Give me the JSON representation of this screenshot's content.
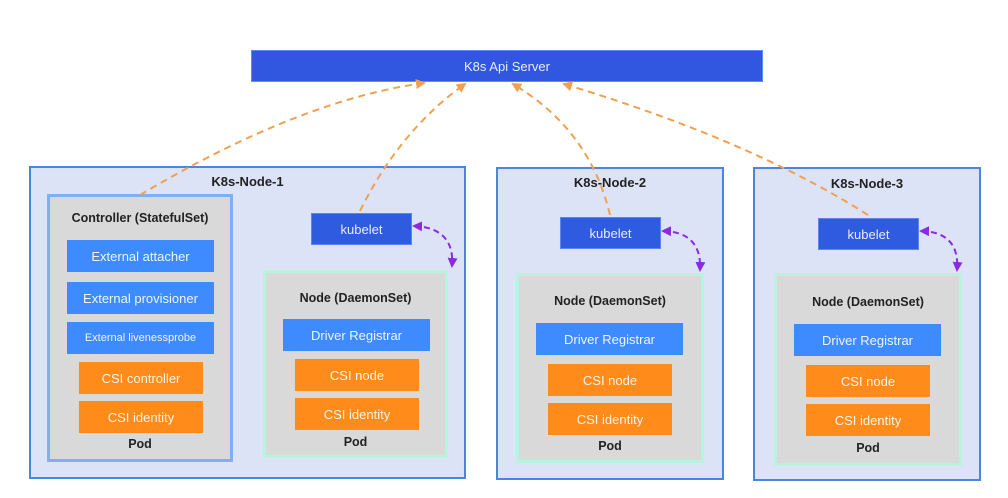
{
  "api_server": {
    "label": "K8s Api Server"
  },
  "nodes": [
    {
      "title": "K8s-Node-1",
      "kubelet": "kubelet",
      "controller": {
        "title": "Controller (StatefulSet)",
        "blue_items": [
          "External attacher",
          "External provisioner",
          "External livenessprobe"
        ],
        "orange_items": [
          "CSI controller",
          "CSI identity"
        ],
        "pod_label": "Pod"
      },
      "daemonset": {
        "title": "Node (DaemonSet)",
        "blue_items": [
          "Driver Registrar"
        ],
        "orange_items": [
          "CSI node",
          "CSI identity"
        ],
        "pod_label": "Pod"
      }
    },
    {
      "title": "K8s-Node-2",
      "kubelet": "kubelet",
      "daemonset": {
        "title": "Node (DaemonSet)",
        "blue_items": [
          "Driver Registrar"
        ],
        "orange_items": [
          "CSI node",
          "CSI identity"
        ],
        "pod_label": "Pod"
      }
    },
    {
      "title": "K8s-Node-3",
      "kubelet": "kubelet",
      "daemonset": {
        "title": "Node (DaemonSet)",
        "blue_items": [
          "Driver Registrar"
        ],
        "orange_items": [
          "CSI node",
          "CSI identity"
        ],
        "pod_label": "Pod"
      }
    }
  ],
  "connections": [
    {
      "from": "Controller (StatefulSet)",
      "to": "K8s Api Server",
      "style": "dashed",
      "color": "#f0a050"
    },
    {
      "from": "K8s-Node-1 kubelet",
      "to": "K8s Api Server",
      "style": "dashed",
      "color": "#f0a050"
    },
    {
      "from": "K8s-Node-2 kubelet",
      "to": "K8s Api Server",
      "style": "dashed",
      "color": "#f0a050"
    },
    {
      "from": "K8s-Node-3 kubelet",
      "to": "K8s Api Server",
      "style": "dashed",
      "color": "#f0a050"
    },
    {
      "from": "K8s-Node-1 kubelet",
      "to": "K8s-Node-1 Node (DaemonSet)",
      "style": "dashed-bidirectional",
      "color": "#8a2be2"
    },
    {
      "from": "K8s-Node-2 kubelet",
      "to": "K8s-Node-2 Node (DaemonSet)",
      "style": "dashed-bidirectional",
      "color": "#8a2be2"
    },
    {
      "from": "K8s-Node-3 kubelet",
      "to": "K8s-Node-3 Node (DaemonSet)",
      "style": "dashed-bidirectional",
      "color": "#8a2be2"
    }
  ],
  "colors": {
    "api_server": "#3156e0",
    "node_bg": "#dde3f6",
    "node_border": "#4a86e0",
    "pod_bg": "#d9d9d9",
    "blue_box": "#3d8bff",
    "orange_box": "#ff8c1a",
    "api_arrow": "#f0a050",
    "kubelet_arrow": "#8a2be2"
  }
}
